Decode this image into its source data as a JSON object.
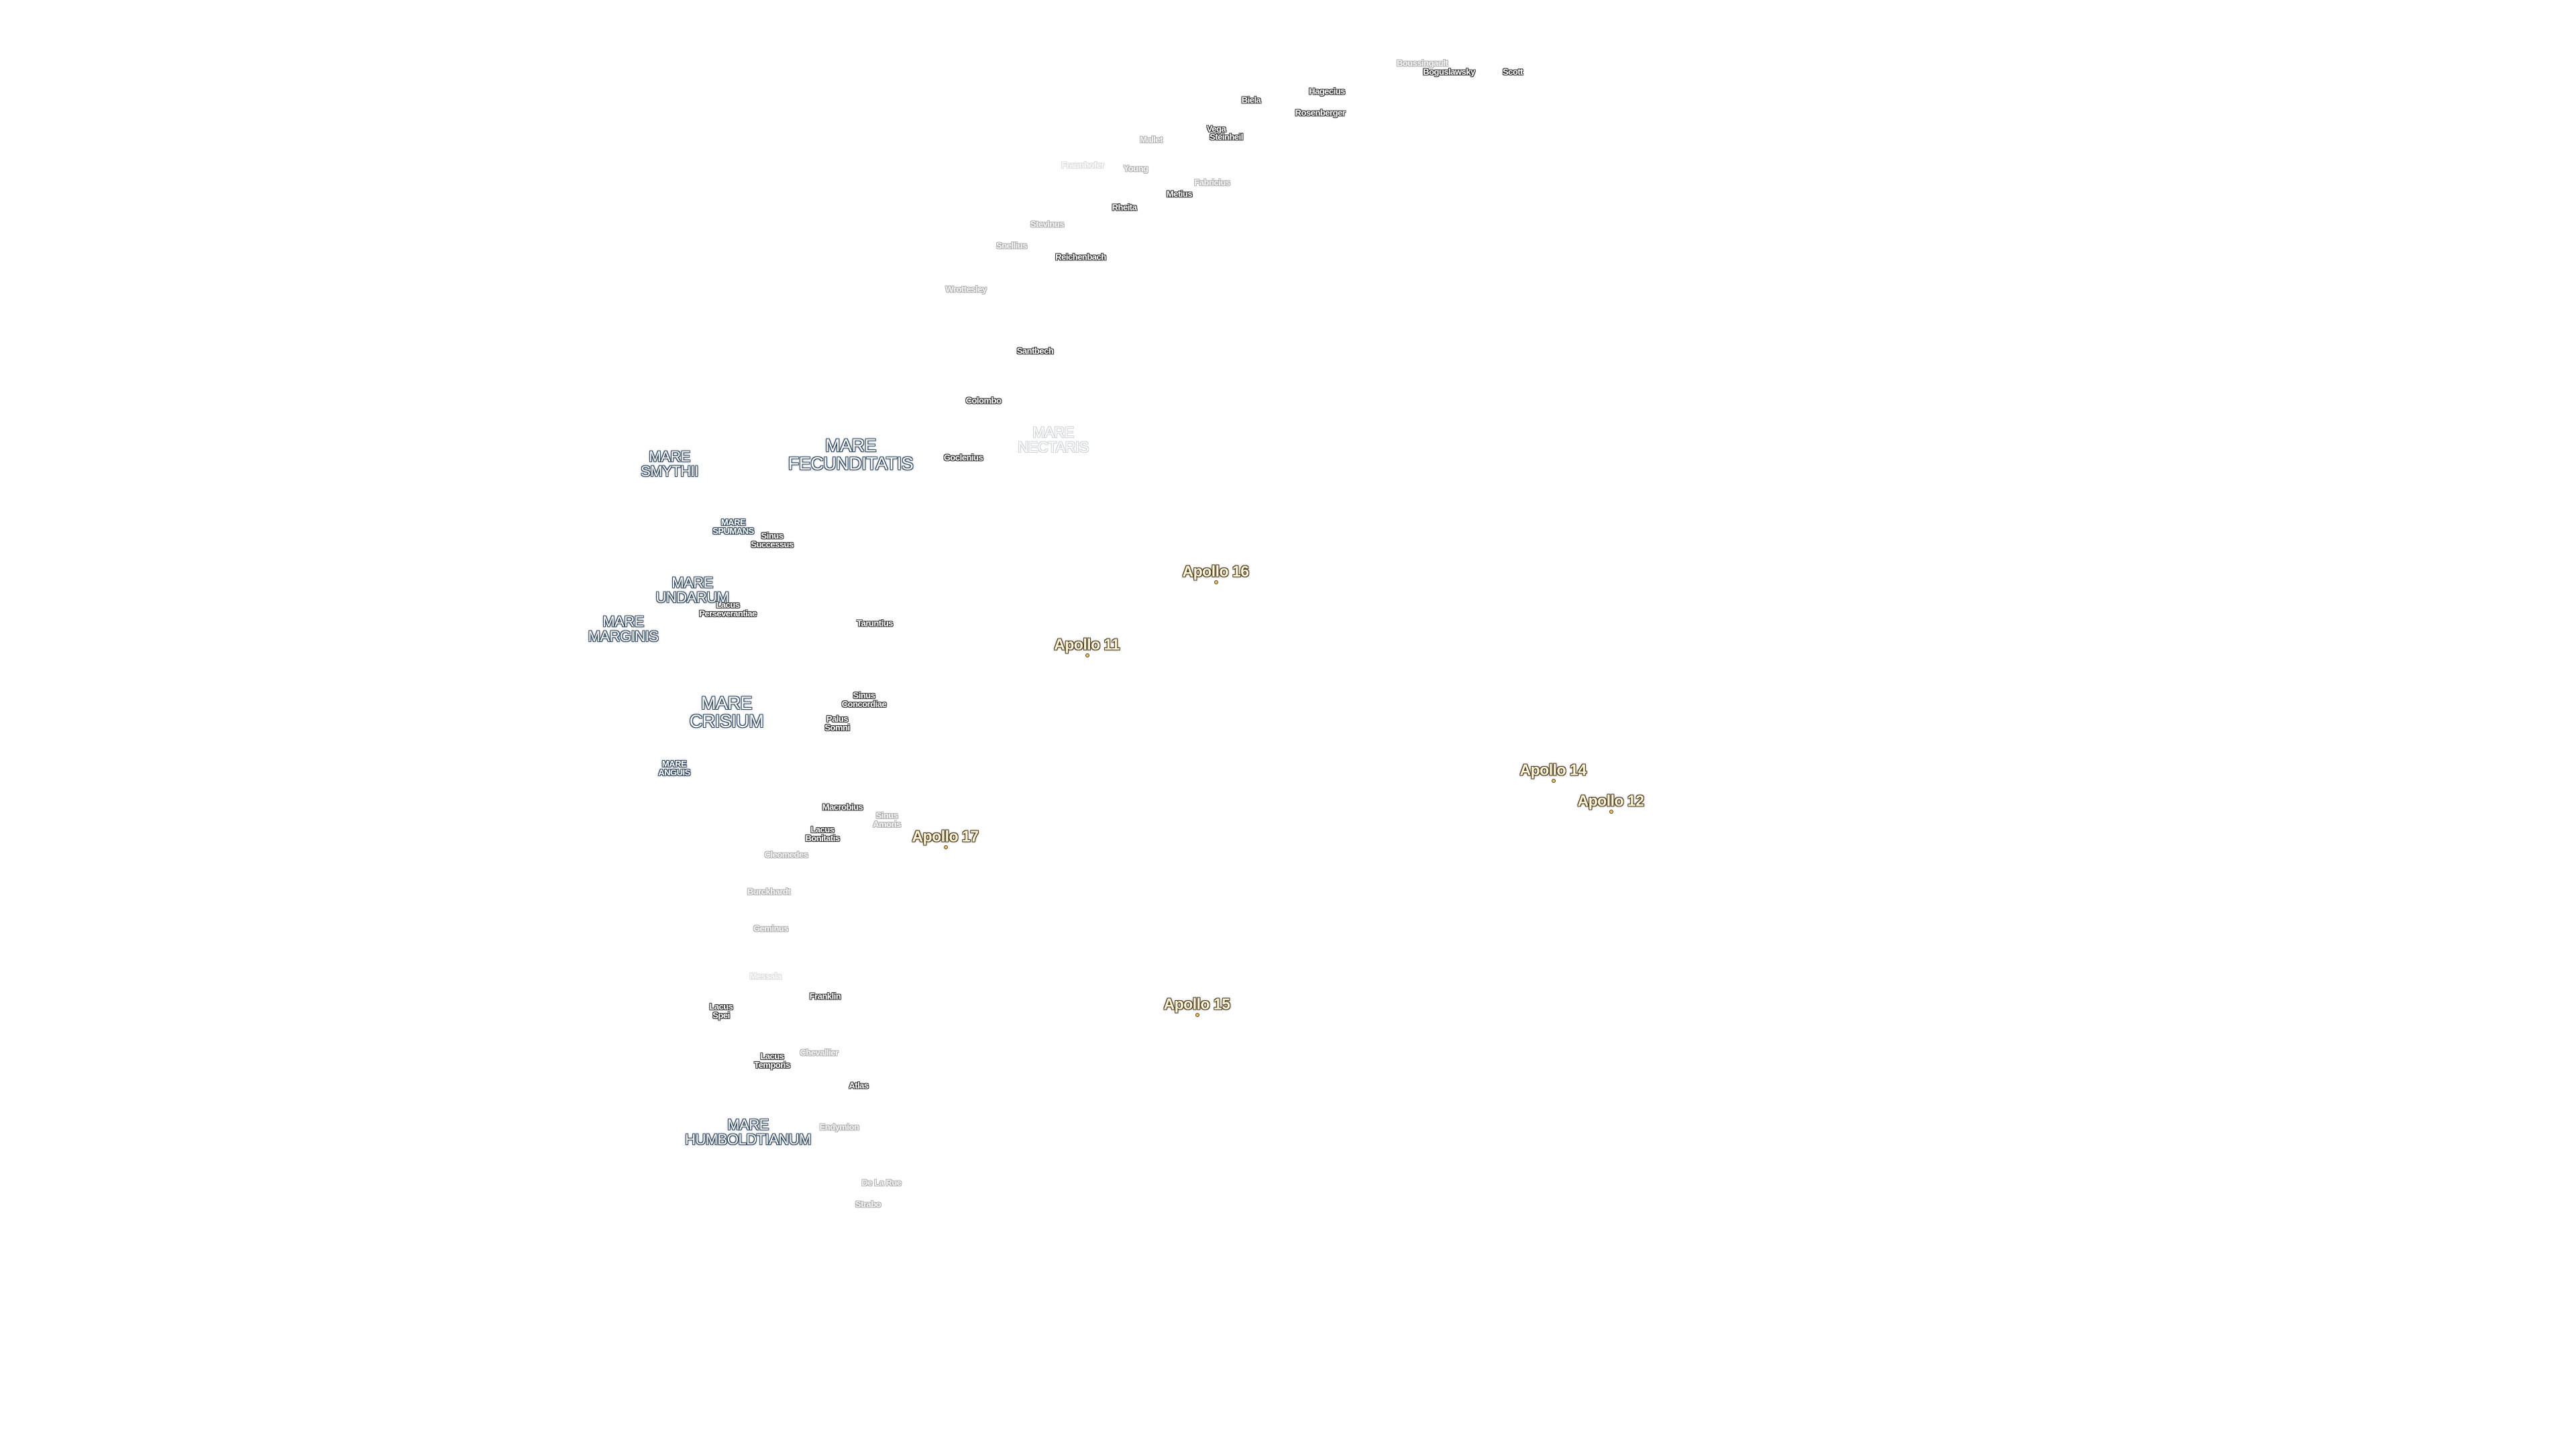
{
  "labels": [
    {
      "name": "Boussingault",
      "kind": "crater faint"
    },
    {
      "name": "Boguslawsky",
      "kind": "crater"
    },
    {
      "name": "Scott",
      "kind": "crater"
    },
    {
      "name": "Biela",
      "kind": "crater"
    },
    {
      "name": "Hagecius",
      "kind": "crater"
    },
    {
      "name": "Rosenberger",
      "kind": "crater"
    },
    {
      "name": "Vega",
      "kind": "crater"
    },
    {
      "name": "Steinheil",
      "kind": "crater"
    },
    {
      "name": "Mallet",
      "kind": "crater faint"
    },
    {
      "name": "Fraunhofer",
      "kind": "crater fainter"
    },
    {
      "name": "Young",
      "kind": "crater faint"
    },
    {
      "name": "Fabricius",
      "kind": "crater faint"
    },
    {
      "name": "Metius",
      "kind": "crater"
    },
    {
      "name": "Rheita",
      "kind": "crater"
    },
    {
      "name": "Stevinus",
      "kind": "crater faint"
    },
    {
      "name": "Snellius",
      "kind": "crater faint"
    },
    {
      "name": "Reichenbach",
      "kind": "crater"
    },
    {
      "name": "Wrottesley",
      "kind": "crater faint"
    },
    {
      "name": "Santbech",
      "kind": "crater"
    },
    {
      "name": "Colombo",
      "kind": "crater"
    },
    {
      "name": "Goclenius",
      "kind": "crater"
    },
    {
      "name": "MARE\nSMYTHII",
      "kind": "mare"
    },
    {
      "name": "MARE\nFECUNDITATIS",
      "kind": "mare big"
    },
    {
      "name": "MARE\nNECTARIS",
      "kind": "mare faint"
    },
    {
      "name": "MARE\nSPUMANS",
      "kind": "mare small"
    },
    {
      "name": "Sinus\nSuccessus",
      "kind": "crater"
    },
    {
      "name": "MARE\nUNDARUM",
      "kind": "mare"
    },
    {
      "name": "Lacus\nPerseverantiae",
      "kind": "crater"
    },
    {
      "name": "MARE\nMARGINIS",
      "kind": "mare"
    },
    {
      "name": "Taruntius",
      "kind": "crater"
    },
    {
      "name": "MARE\nCRISIUM",
      "kind": "mare big"
    },
    {
      "name": "Sinus\nConcordiae",
      "kind": "crater"
    },
    {
      "name": "Palus\nSomni",
      "kind": "crater"
    },
    {
      "name": "MARE\nANGUIS",
      "kind": "mare small"
    },
    {
      "name": "Macrobius",
      "kind": "crater"
    },
    {
      "name": "Sinus\nAmoris",
      "kind": "crater faint"
    },
    {
      "name": "Lacus\nBonitatis",
      "kind": "crater"
    },
    {
      "name": "Cleomedes",
      "kind": "crater faint"
    },
    {
      "name": "Burckhardt",
      "kind": "crater faint"
    },
    {
      "name": "Geminus",
      "kind": "crater faint"
    },
    {
      "name": "Messala",
      "kind": "crater fainter"
    },
    {
      "name": "Franklin",
      "kind": "crater"
    },
    {
      "name": "Lacus\nSpei",
      "kind": "crater"
    },
    {
      "name": "Lacus\nTemporis",
      "kind": "crater"
    },
    {
      "name": "Chevallier",
      "kind": "crater faint"
    },
    {
      "name": "Atlas",
      "kind": "crater"
    },
    {
      "name": "MARE\nHUMBOLDTIANUM",
      "kind": "mare"
    },
    {
      "name": "Endymion",
      "kind": "crater faint"
    },
    {
      "name": "De La Rue",
      "kind": "crater faint"
    },
    {
      "name": "Strabo",
      "kind": "crater faint"
    }
  ],
  "apollo_sites": [
    {
      "name": "Apollo 16"
    },
    {
      "name": "Apollo 11"
    },
    {
      "name": "Apollo 14"
    },
    {
      "name": "Apollo 12"
    },
    {
      "name": "Apollo 17"
    },
    {
      "name": "Apollo 15"
    }
  ]
}
